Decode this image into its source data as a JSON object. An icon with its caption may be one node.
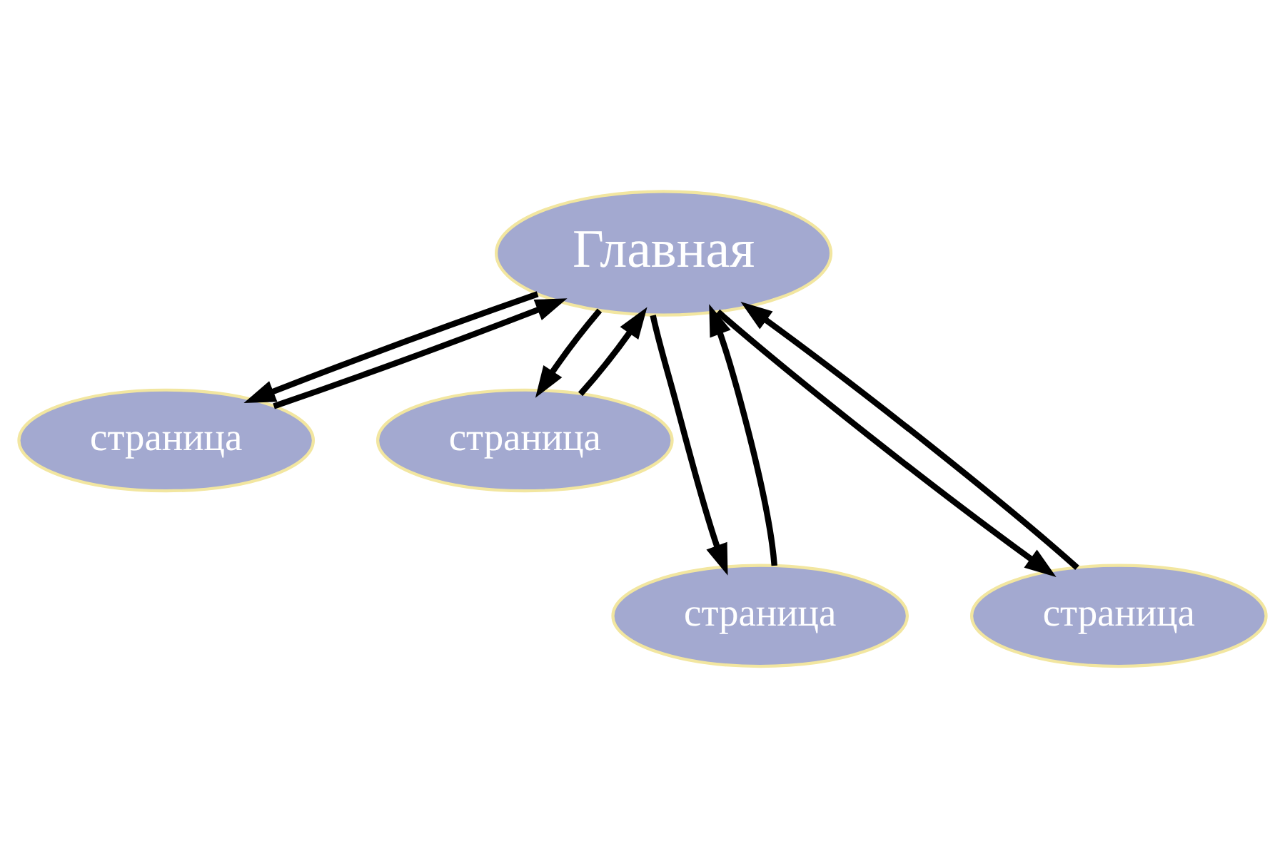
{
  "diagram": {
    "nodes": [
      {
        "text": [
          "Главная"
        ]
      },
      {
        "text": [
          "страница"
        ]
      },
      {
        "text": [
          "страница"
        ]
      },
      {
        "text": [
          "страница"
        ]
      },
      {
        "text": [
          "страница"
        ]
      }
    ],
    "edges": [
      {
        "from": 1,
        "to": 0,
        "arrow": "to"
      },
      {
        "from": 0,
        "to": 1,
        "arrow": "to"
      },
      {
        "from": 3,
        "to": 0,
        "arrow": "to"
      },
      {
        "from": 0,
        "to": 3,
        "arrow": "to"
      },
      {
        "from": 0,
        "to": 4,
        "arrow": "to"
      },
      {
        "from": 4,
        "to": 0,
        "arrow": "to"
      },
      {
        "from": 0,
        "to": 2,
        "arrow": "to"
      },
      {
        "from": 2,
        "to": 0,
        "arrow": "to"
      }
    ]
  }
}
